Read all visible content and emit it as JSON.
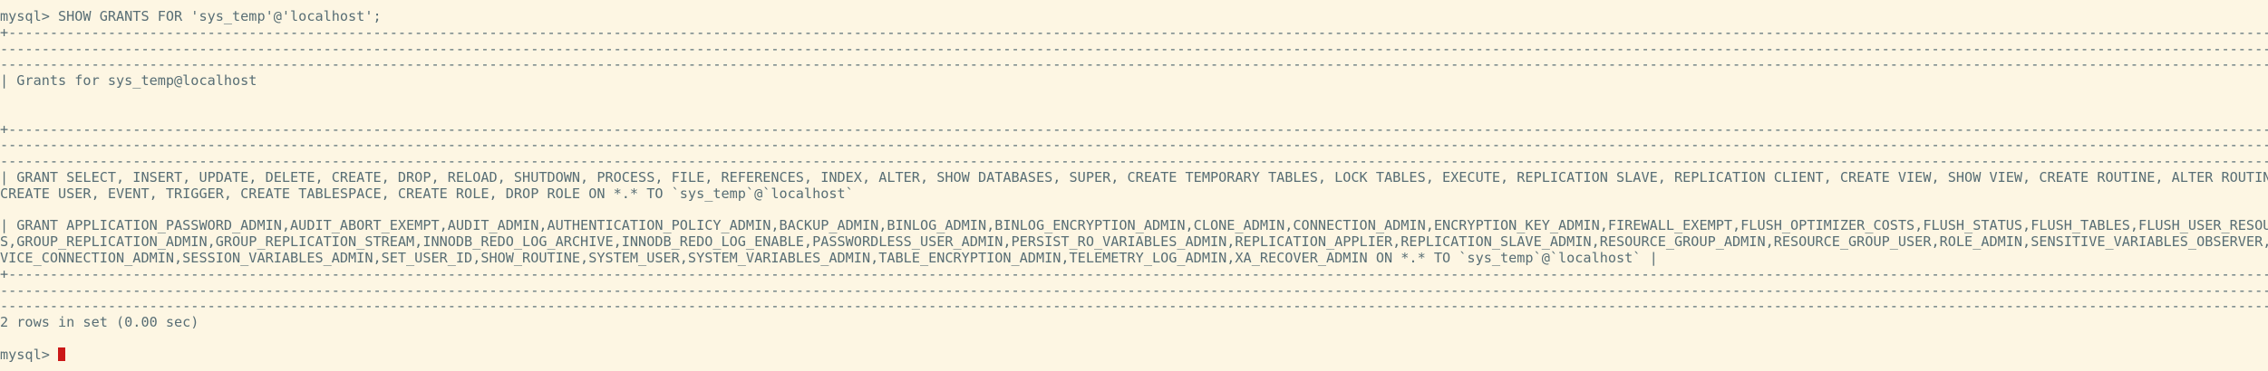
{
  "colors": {
    "background": "#fdf6e3",
    "text": "#586e75",
    "cursor": "#cb1818"
  },
  "terminal": {
    "lines": [
      "mysql> SHOW GRANTS FOR 'sys_temp'@'localhost';",
      "+-----------------------------------------------------------------------------------------------------------------------------------------------------------------------------------------------------------------------------------------------------------------------------------------------------------------------------------------------------------------------------------------------------------------------------------------------------------------------------------------------------------------",
      "---------------------------------------------------------------------------------------------------------------------------------------------------------------------------------------------------------------------------------------------------------------------------------------------------------------------------------------------------------------------------------------------------------------------------------------------------------------------------------------------------------------------------------",
      "---------------------------------------------------------------------------------------------------------------------------------------------------------------------------------------------------------------------------------------------------------------------------------------------------------------------------------------------------------------------------------------------------------------------------+",
      "| Grants for sys_temp@localhost",
      "",
      "                                                                                                                                                                                                                                                                                                                                                                                                                          |",
      "+-----------------------------------------------------------------------------------------------------------------------------------------------------------------------------------------------------------------------------------------------------------------------------------------------------------------------------------------------------------------------------------------------------------------------------------------------------------------------------------------------------------------",
      "---------------------------------------------------------------------------------------------------------------------------------------------------------------------------------------------------------------------------------------------------------------------------------------------------------------------------------------------------------------------------------------------------------------------------------------------------------------------------------------------------------------------------------",
      "---------------------------------------------------------------------------------------------------------------------------------------------------------------------------------------------------------------------------------------------------------------------------------------------------------------------------------------------------------------------------------------------------------------------------+",
      "| GRANT SELECT, INSERT, UPDATE, DELETE, CREATE, DROP, RELOAD, SHUTDOWN, PROCESS, FILE, REFERENCES, INDEX, ALTER, SHOW DATABASES, SUPER, CREATE TEMPORARY TABLES, LOCK TABLES, EXECUTE, REPLICATION SLAVE, REPLICATION CLIENT, CREATE VIEW, SHOW VIEW, CREATE ROUTINE, ALTER ROUTINE,",
      "CREATE USER, EVENT, TRIGGER, CREATE TABLESPACE, CREATE ROLE, DROP ROLE ON *.* TO `sys_temp`@`localhost`",
      "                                                                                                                                                                                                                                                                                                                                                                                                                          |",
      "| GRANT APPLICATION_PASSWORD_ADMIN,AUDIT_ABORT_EXEMPT,AUDIT_ADMIN,AUTHENTICATION_POLICY_ADMIN,BACKUP_ADMIN,BINLOG_ADMIN,BINLOG_ENCRYPTION_ADMIN,CLONE_ADMIN,CONNECTION_ADMIN,ENCRYPTION_KEY_ADMIN,FIREWALL_EXEMPT,FLUSH_OPTIMIZER_COSTS,FLUSH_STATUS,FLUSH_TABLES,FLUSH_USER_RESOURCES",
      "S,GROUP_REPLICATION_ADMIN,GROUP_REPLICATION_STREAM,INNODB_REDO_LOG_ARCHIVE,INNODB_REDO_LOG_ENABLE,PASSWORDLESS_USER_ADMIN,PERSIST_RO_VARIABLES_ADMIN,REPLICATION_APPLIER,REPLICATION_SLAVE_ADMIN,RESOURCE_GROUP_ADMIN,RESOURCE_GROUP_USER,ROLE_ADMIN,SENSITIVE_VARIABLES_OBSERVER,SER",
      "VICE_CONNECTION_ADMIN,SESSION_VARIABLES_ADMIN,SET_USER_ID,SHOW_ROUTINE,SYSTEM_USER,SYSTEM_VARIABLES_ADMIN,TABLE_ENCRYPTION_ADMIN,TELEMETRY_LOG_ADMIN,XA_RECOVER_ADMIN ON *.* TO `sys_temp`@`localhost` |",
      "+-----------------------------------------------------------------------------------------------------------------------------------------------------------------------------------------------------------------------------------------------------------------------------------------------------------------------------------------------------------------------------------------------------------------------------------------------------------------------------------------------------------------",
      "---------------------------------------------------------------------------------------------------------------------------------------------------------------------------------------------------------------------------------------------------------------------------------------------------------------------------------------------------------------------------------------------------------------------------------------------------------------------------------------------------------------------------------",
      "---------------------------------------------------------------------------------------------------------------------------------------------------------------------------------------------------------------------------------------------------------------------------------------------------------------------------------------------------------------------------------------------------------------------------+",
      "2 rows in set (0.00 sec)",
      ""
    ],
    "prompt": "mysql> "
  }
}
